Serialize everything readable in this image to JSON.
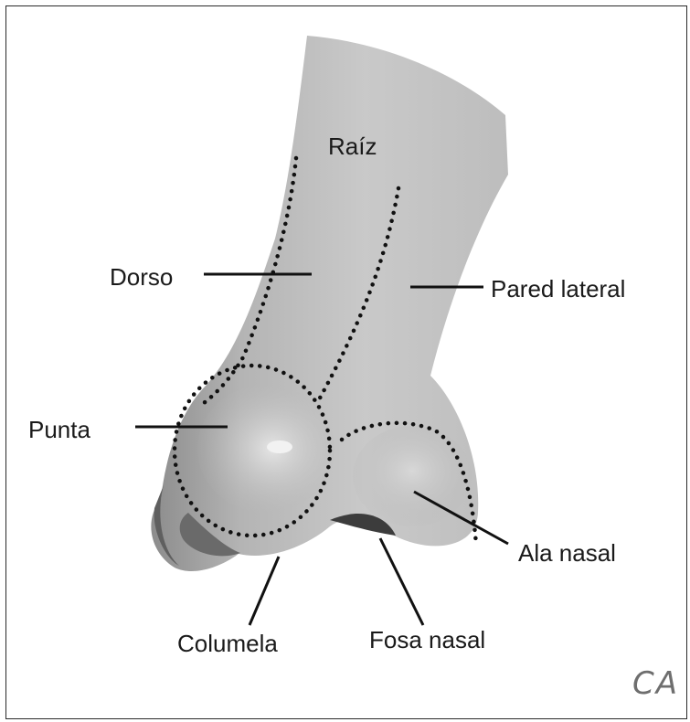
{
  "labels": {
    "raiz": "Raíz",
    "dorso": "Dorso",
    "pared_lateral": "Pared lateral",
    "punta": "Punta",
    "ala_nasal": "Ala nasal",
    "columela": "Columela",
    "fosa_nasal": "Fosa nasal"
  },
  "signature": "CA"
}
